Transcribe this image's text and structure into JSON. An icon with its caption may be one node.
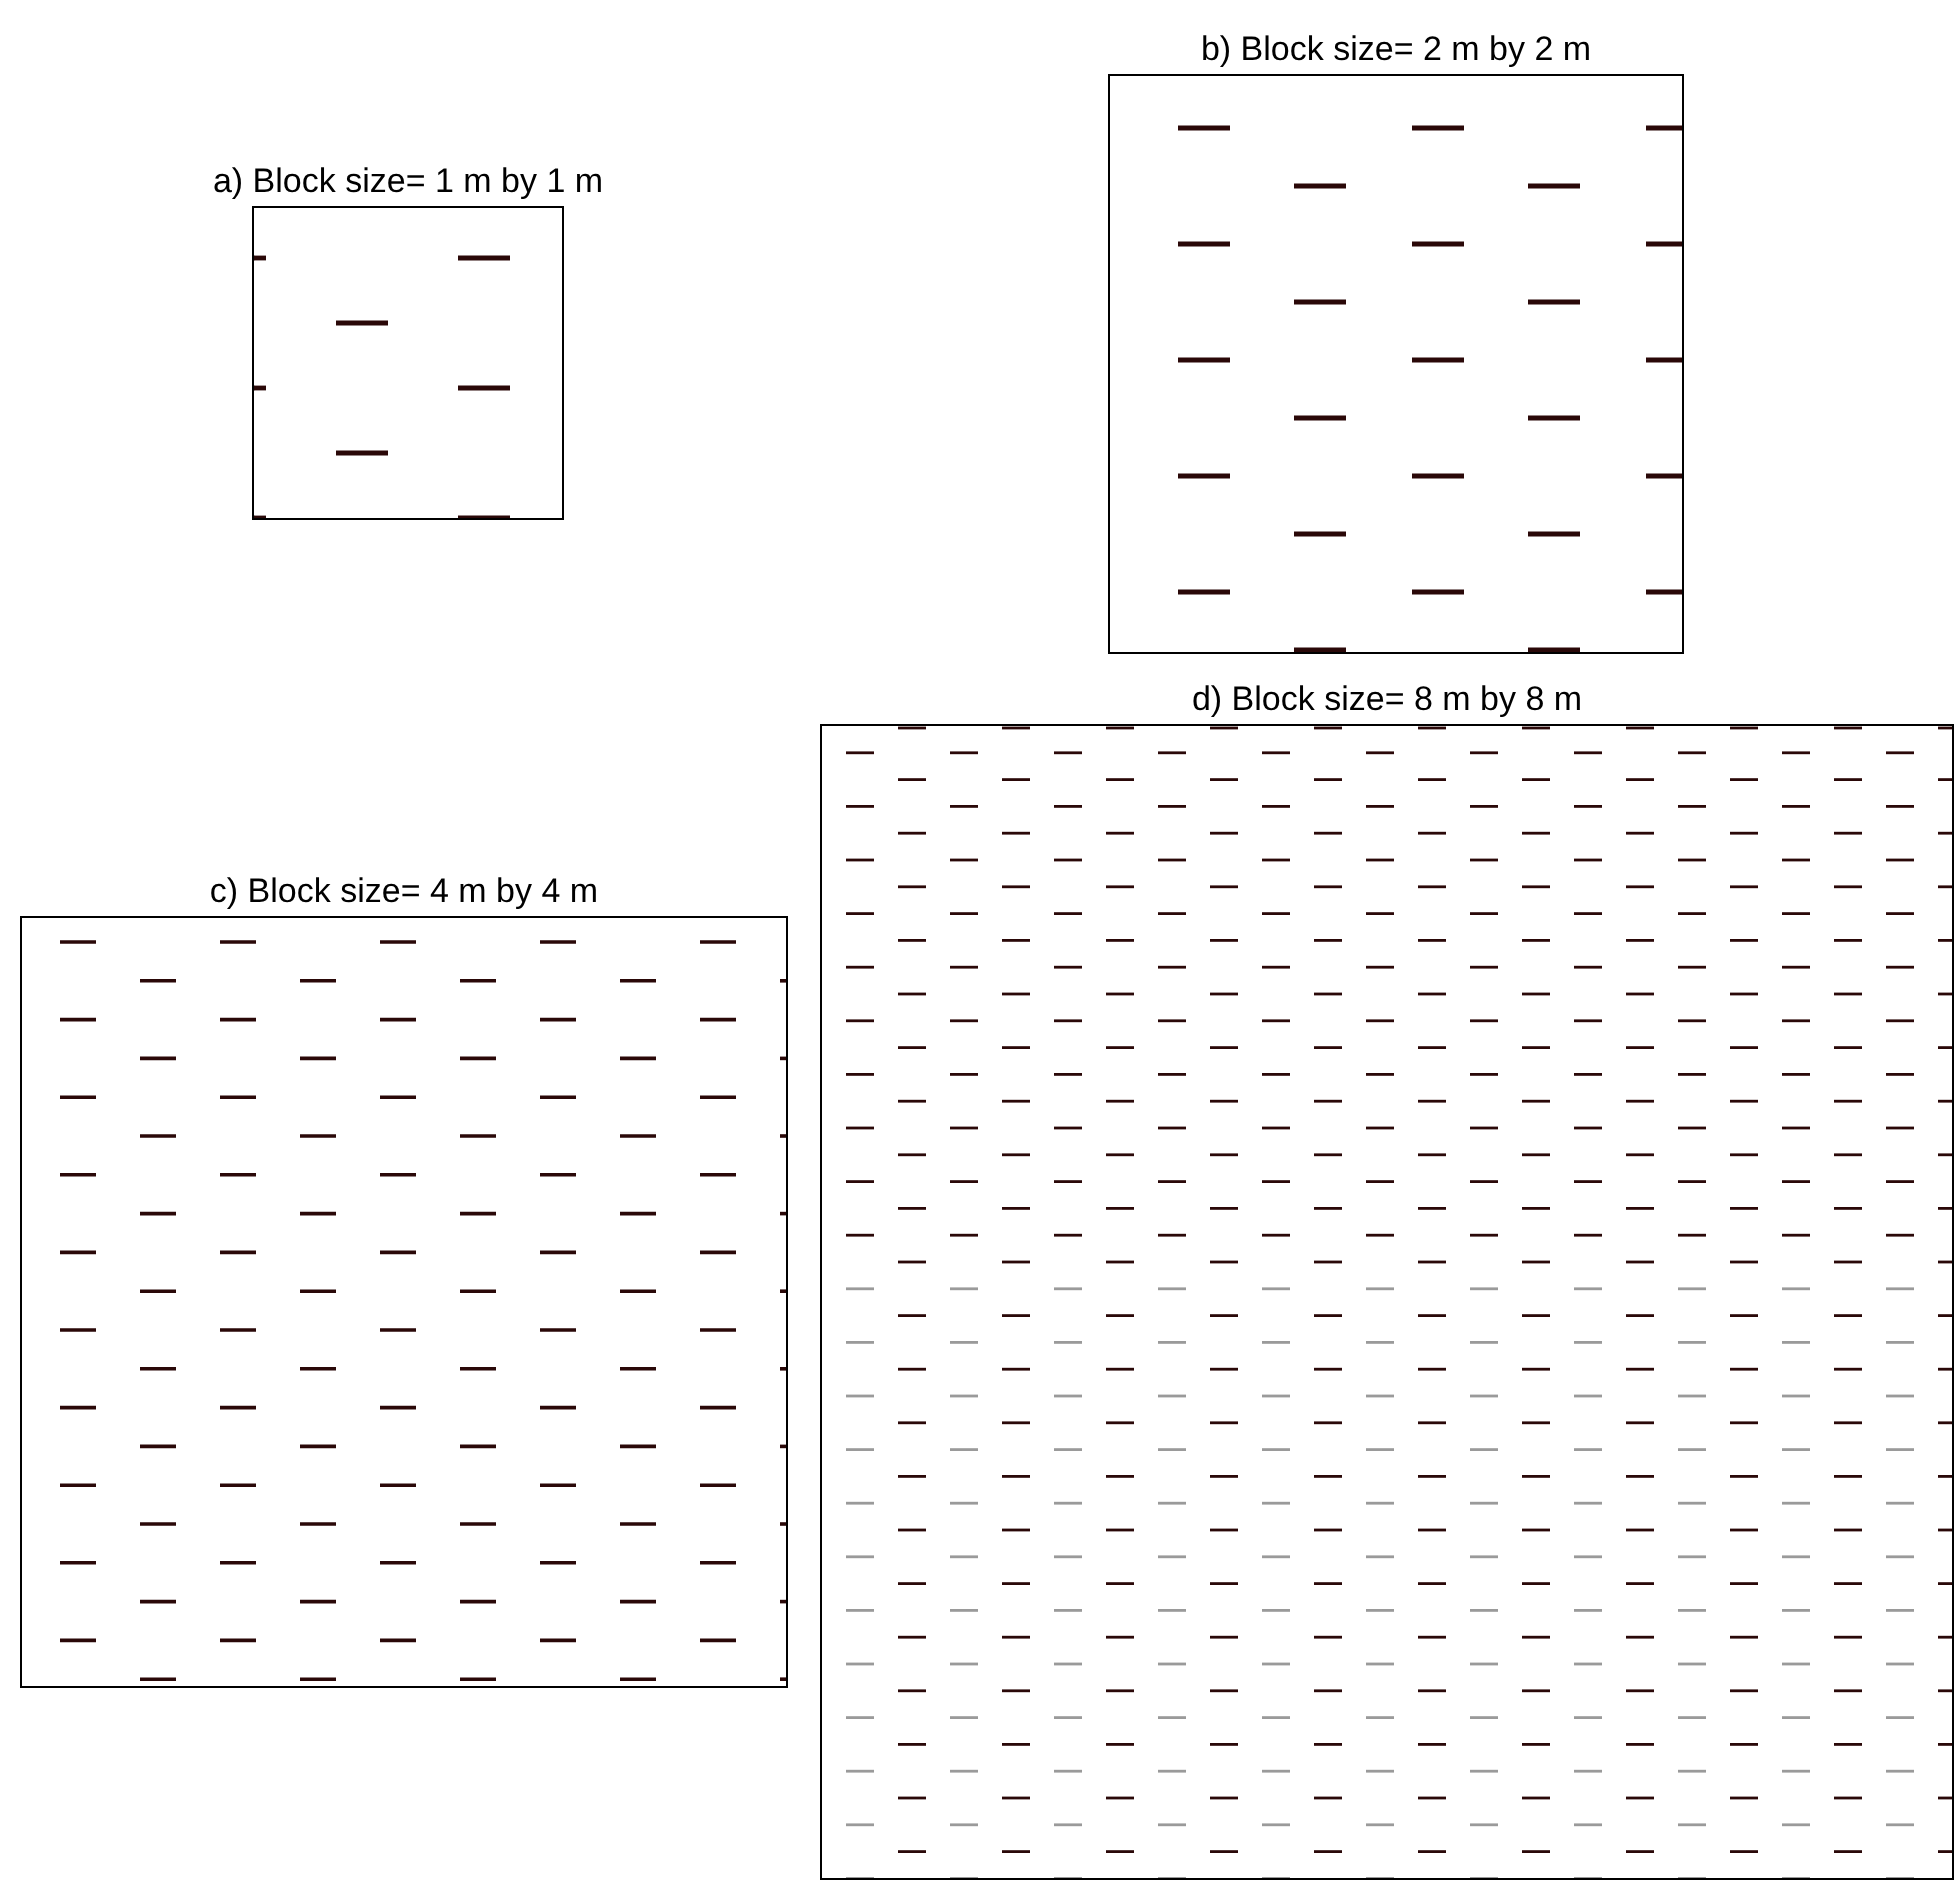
{
  "diagram": {
    "nodes": [
      {
        "text": [
          "a) Block size= 1 m by 1 m"
        ]
      },
      {
        "text": [
          "b) Block size= 2 m by 2 m"
        ]
      },
      {
        "text": [
          "c) Block size= 4 m by 4 m"
        ]
      },
      {
        "text": [
          "d) Block size= 8 m by 8 m"
        ]
      }
    ]
  }
}
